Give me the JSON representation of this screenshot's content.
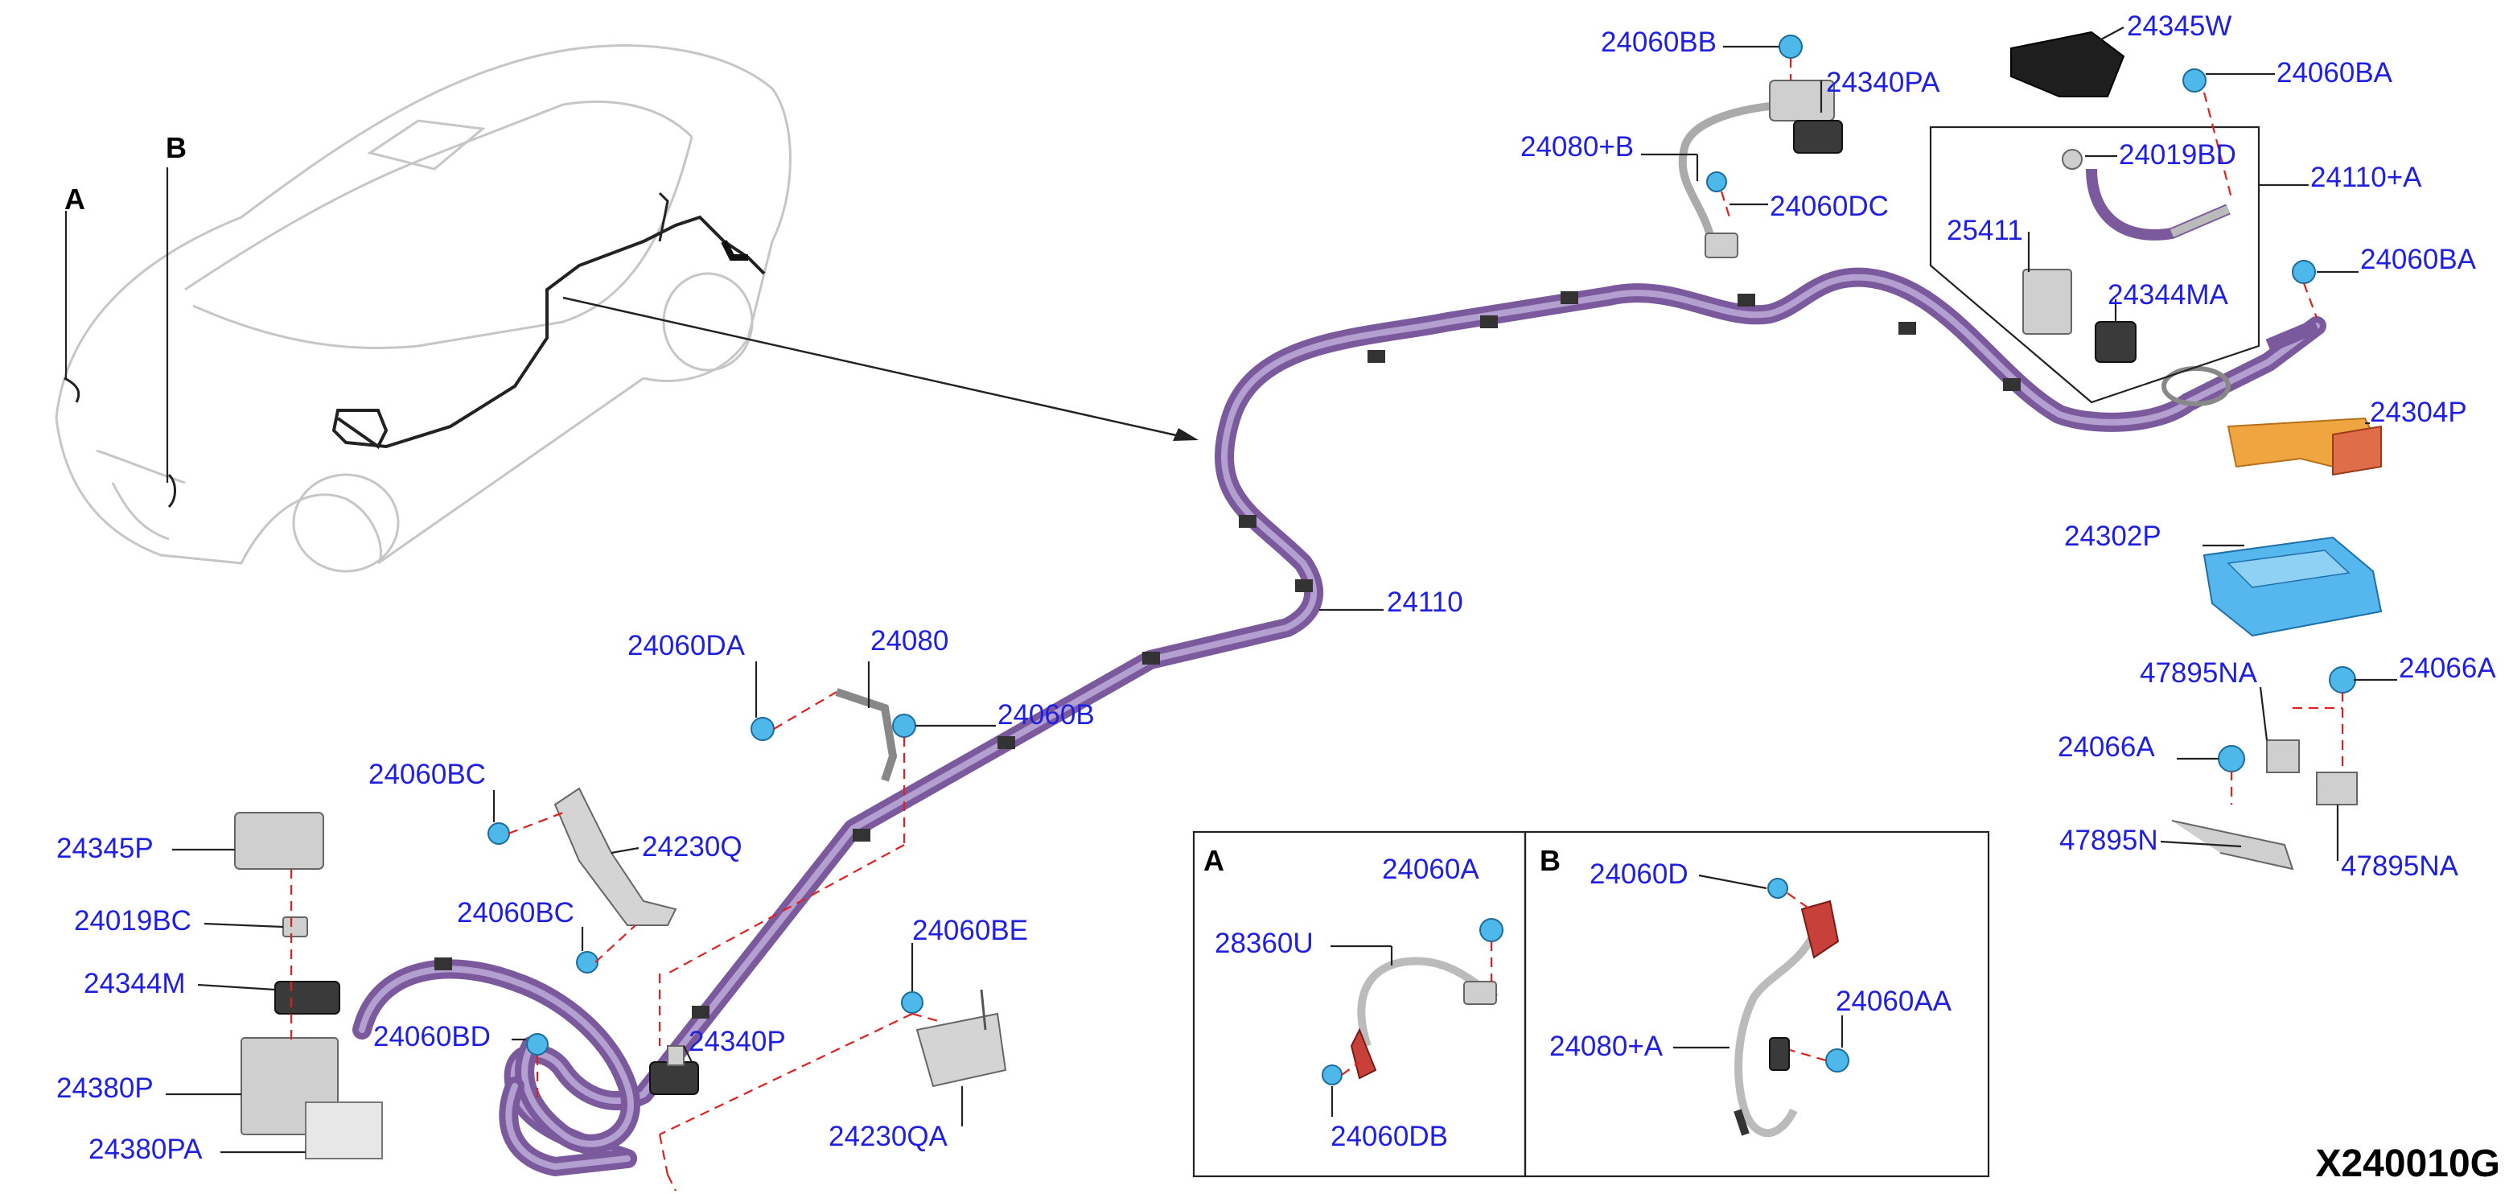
{
  "diagram": {
    "code": "X240010G",
    "zone_markers": {
      "a": "A",
      "b": "B"
    },
    "inset_a": {
      "title": "A",
      "labels": {
        "l24060A": "24060A",
        "l28360U": "28360U",
        "l24060DB": "24060DB"
      }
    },
    "inset_b": {
      "title": "B",
      "labels": {
        "l24060D": "24060D",
        "l24060AA": "24060AA",
        "l24080A": "24080+A"
      }
    },
    "labels": {
      "l24060BB": "24060BB",
      "l24340PA": "24340PA",
      "l24080B": "24080+B",
      "l24060DC": "24060DC",
      "l24345W": "24345W",
      "l24060BA_top": "24060BA",
      "l24019BD": "24019BD",
      "l24110A": "24110+A",
      "l25411": "25411",
      "l24344MA": "24344MA",
      "l24060BA_mid": "24060BA",
      "l24304P": "24304P",
      "l24302P": "24302P",
      "l24110": "24110",
      "l47895NA_top": "47895NA",
      "l24066A_right": "24066A",
      "l24066A_left": "24066A",
      "l47895N": "47895N",
      "l47895NA_bottom": "47895NA",
      "l24060DA": "24060DA",
      "l24080": "24080",
      "l24060B": "24060B",
      "l24060BC_top": "24060BC",
      "l24230Q": "24230Q",
      "l24060BC_mid": "24060BC",
      "l24060BE": "24060BE",
      "l24345P": "24345P",
      "l24019BC": "24019BC",
      "l24344M": "24344M",
      "l24060BD": "24060BD",
      "l24340P": "24340P",
      "l24380P": "24380P",
      "l24380PA": "24380PA",
      "l24230QA": "24230QA"
    },
    "colors": {
      "label": "#1f1fe0",
      "harness": "#7a5a9c",
      "bolt": "#4fb8ea",
      "bracket_orange": "#f0a640",
      "module_blue": "#56b7ee",
      "dash": "#e02020"
    }
  }
}
